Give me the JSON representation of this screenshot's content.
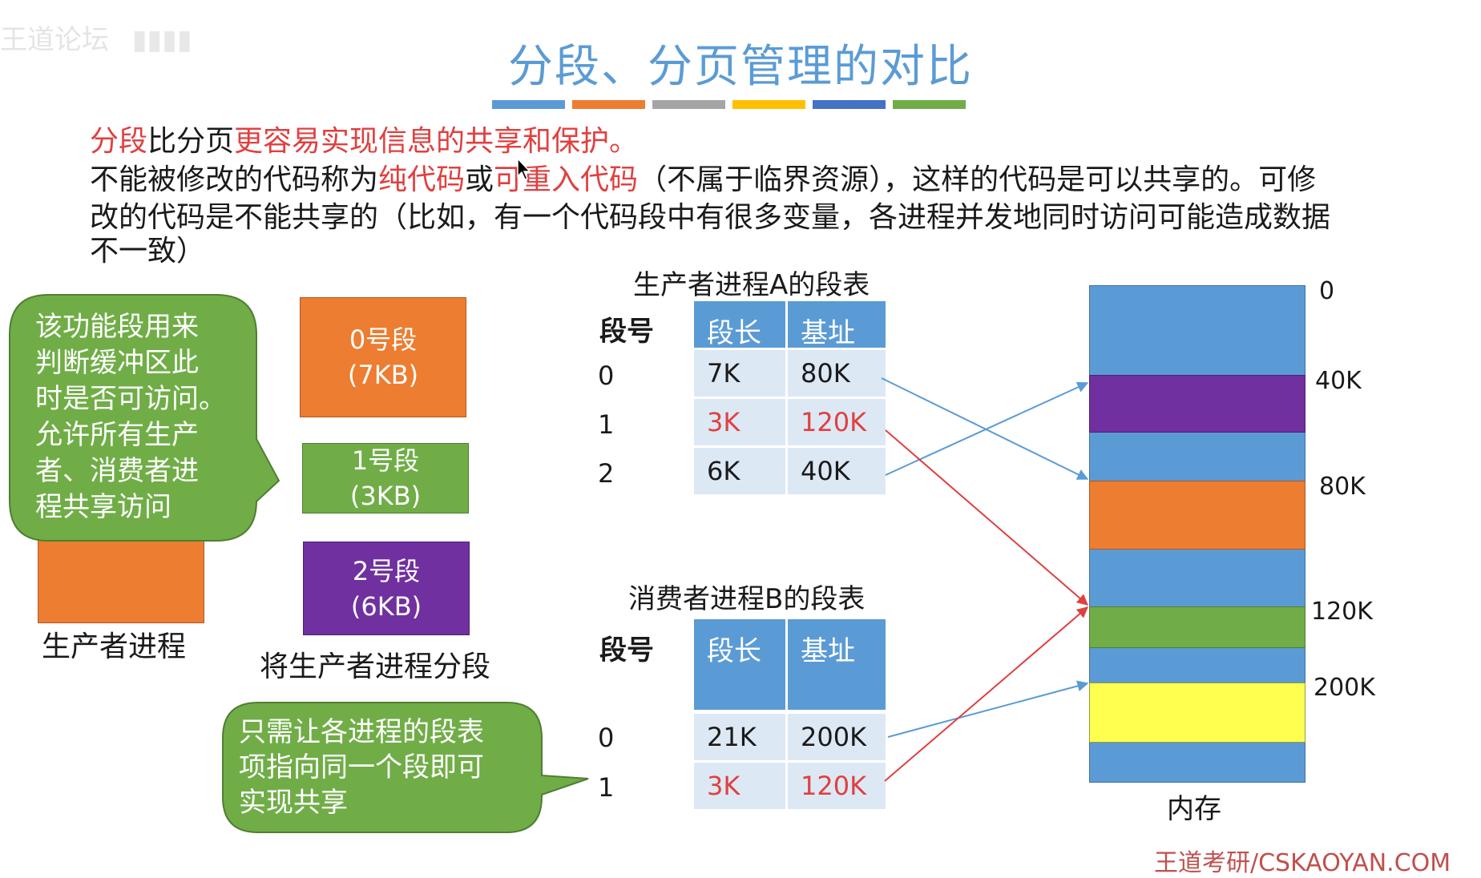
{
  "watermark": "王道论坛",
  "title": "分段、分页管理的对比",
  "underline_colors": [
    "#5b9bd5",
    "#ed7d31",
    "#a5a5a5",
    "#ffc000",
    "#4472c4",
    "#70ad47"
  ],
  "intro": {
    "line1": {
      "a": "分段",
      "b": "比分页",
      "c": "更容易实现信息的共享和保护",
      "d": "。"
    },
    "line2": {
      "a": "不能被修改的代码称为",
      "b": "纯代码",
      "c": "或",
      "d": "可重入代码",
      "e": "（不属于临界资源），这样的代码是可以共享的。可修"
    },
    "line3": "改的代码是不能共享的（比如，有一个代码段中有很多变量，各进程并发地同时访问可能造成数据",
    "line4": "不一致）"
  },
  "callout_top": [
    "该功能段用来",
    "判断缓冲区此",
    "时是否可访问。",
    "允许所有生产",
    "者、消费者进",
    "程共享访问"
  ],
  "producer_label": "生产者进程",
  "segments": [
    {
      "name": "0号段",
      "size": "(7KB)",
      "color": "#ed7d31"
    },
    {
      "name": "1号段",
      "size": "(3KB)",
      "color": "#70ad47"
    },
    {
      "name": "2号段",
      "size": "(6KB)",
      "color": "#7030a0"
    }
  ],
  "segments_caption": "将生产者进程分段",
  "callout_bottom": [
    "只需让各进程的段表",
    "项指向同一个段即可",
    "实现共享"
  ],
  "table_a": {
    "title": "生产者进程A的段表",
    "col_num": "段号",
    "col_len": "段长",
    "col_base": "基址",
    "rows": [
      {
        "num": "0",
        "len": "7K",
        "base": "80K"
      },
      {
        "num": "1",
        "len": "3K",
        "base": "120K"
      },
      {
        "num": "2",
        "len": "6K",
        "base": "40K"
      }
    ]
  },
  "table_b": {
    "title": "消费者进程B的段表",
    "col_num": "段号",
    "col_len": "段长",
    "col_base": "基址",
    "rows": [
      {
        "num": "0",
        "len": "21K",
        "base": "200K"
      },
      {
        "num": "1",
        "len": "3K",
        "base": "120K"
      }
    ]
  },
  "memory": {
    "label": "内存",
    "addresses": [
      "0",
      "40K",
      "80K",
      "120K",
      "200K"
    ]
  },
  "footer": "王道考研/CSKAOYAN.COM"
}
